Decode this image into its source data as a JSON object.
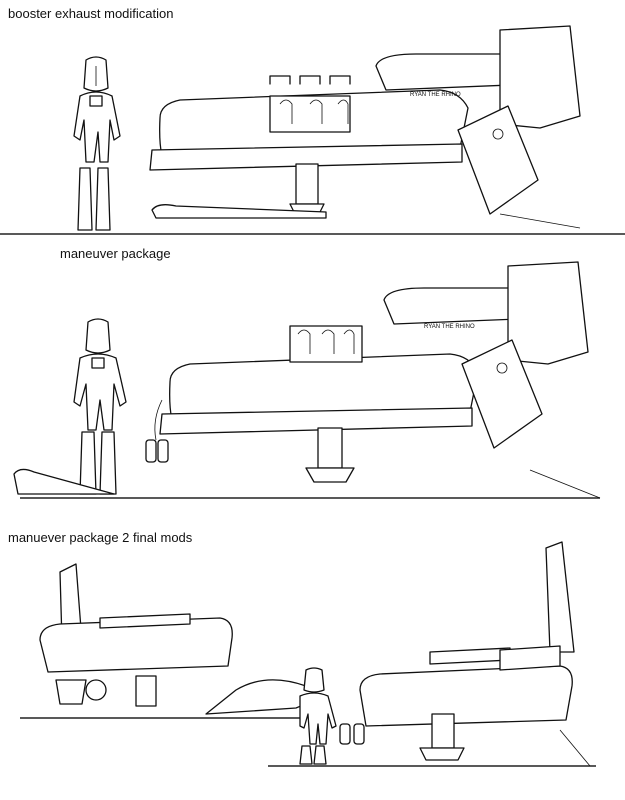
{
  "captions": {
    "section1": "booster exhaust modification",
    "section2": "maneuver package",
    "section3": "manuever package 2 final mods"
  },
  "colors": {
    "ink": "#111111",
    "paper": "#ffffff"
  },
  "decals": {
    "hull_text": "RYAN THE RHINO"
  }
}
